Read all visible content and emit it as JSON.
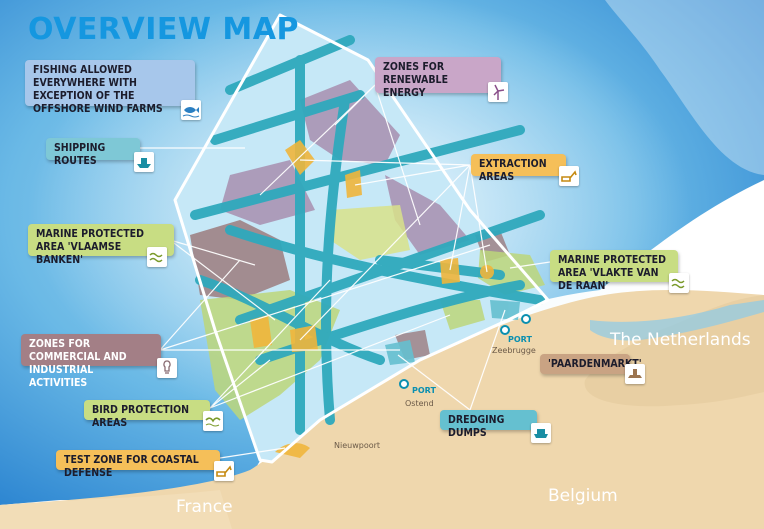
{
  "title": "OVERVIEW MAP",
  "legend": {
    "fishing": "FISHING ALLOWED EVERYWHERE WITH EXCEPTION OF THE OFFSHORE WIND FARMS",
    "renewable": "ZONES FOR RENEWABLE ENERGY",
    "shipping": "SHIPPING ROUTES",
    "extraction": "EXTRACTION AREAS",
    "vlaamse_banken": "MARINE PROTECTED AREA 'VLAAMSE BANKEN'",
    "vlakte_van_de_raan": "MARINE PROTECTED AREA 'VLAKTE VAN DE RAAN'",
    "commercial": "ZONES FOR COMMERCIAL AND INDUSTRIAL ACTIVITIES",
    "paardenmarkt": "'PAARDENMARKT'",
    "bird": "BIRD PROTECTION AREAS",
    "dredging": "DREDGING DUMPS",
    "test_zone": "TEST ZONE FOR COASTAL DEFENSE"
  },
  "places": {
    "netherlands": "The Netherlands",
    "belgium": "Belgium",
    "france": "France",
    "nieuwpoort": "Nieuwpoort",
    "ostend": "Ostend",
    "zeebrugge": "Zeebrugge",
    "port_ostend": "PORT",
    "port_zeebrugge": "PORT"
  },
  "colors": {
    "title": "#1597e0",
    "sea_deep": "#2b8ad0",
    "sea_light": "#cdeaf8",
    "land": "#efd7ad",
    "shipping": "#2fa9bd",
    "renewable": "#a893b3",
    "extraction": "#f0b63c",
    "protected": "#bcd67a",
    "commercial": "#9b7b7e",
    "dredging": "#65c0d0",
    "paardenmarkt": "#c9a383"
  },
  "icons": [
    "fish-icon",
    "wind-turbine-icon",
    "ship-icon",
    "excavator-icon",
    "bird-icon",
    "factory-icon",
    "crane-icon",
    "dump-icon",
    "wave-icon"
  ]
}
